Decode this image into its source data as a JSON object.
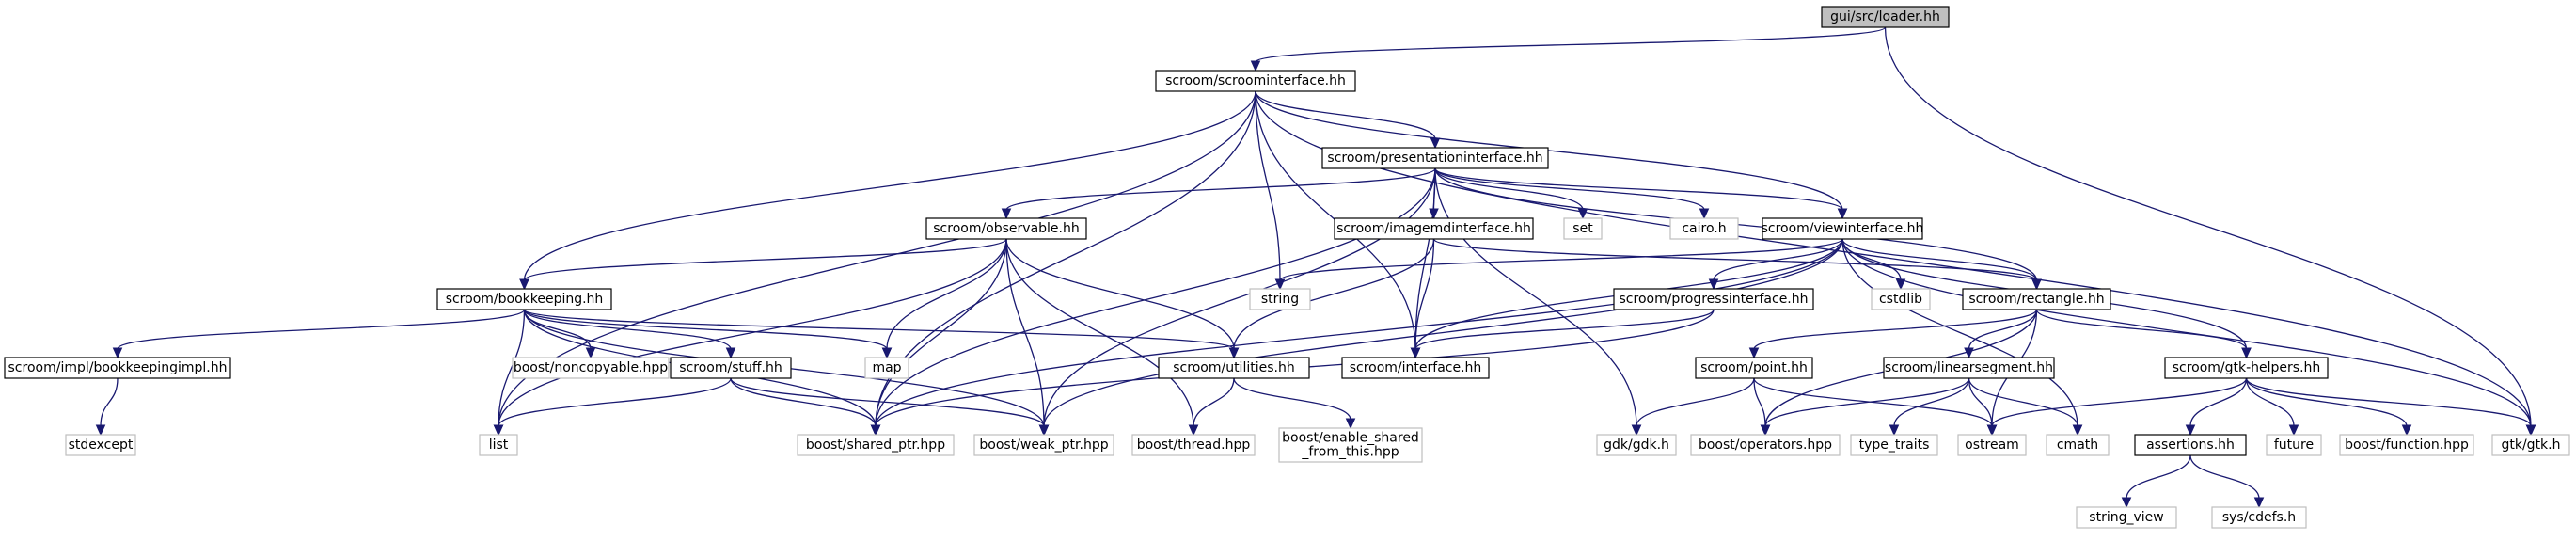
{
  "diagram": {
    "type": "include-dependency-graph",
    "colors": {
      "edge": "#191970",
      "internal_border": "#000000",
      "external_border": "#bfbfbf",
      "root_fill": "#bfbfbf",
      "background": "#ffffff"
    },
    "nodes": [
      {
        "id": "loader",
        "label": [
          "gui/src/loader.hh"
        ],
        "kind": "root"
      },
      {
        "id": "scroominterface",
        "label": [
          "scroom/scroominterface.hh"
        ],
        "kind": "internal"
      },
      {
        "id": "presentationinterface",
        "label": [
          "scroom/presentationinterface.hh"
        ],
        "kind": "internal"
      },
      {
        "id": "observable",
        "label": [
          "scroom/observable.hh"
        ],
        "kind": "internal"
      },
      {
        "id": "imagemdinterface",
        "label": [
          "scroom/imagemdinterface.hh"
        ],
        "kind": "internal"
      },
      {
        "id": "viewinterface",
        "label": [
          "scroom/viewinterface.hh"
        ],
        "kind": "internal"
      },
      {
        "id": "bookkeeping",
        "label": [
          "scroom/bookkeeping.hh"
        ],
        "kind": "internal"
      },
      {
        "id": "progressinterface",
        "label": [
          "scroom/progressinterface.hh"
        ],
        "kind": "internal"
      },
      {
        "id": "rectangle",
        "label": [
          "scroom/rectangle.hh"
        ],
        "kind": "internal"
      },
      {
        "id": "bookkeepingimpl",
        "label": [
          "scroom/impl/bookkeepingimpl.hh"
        ],
        "kind": "internal"
      },
      {
        "id": "stuff",
        "label": [
          "scroom/stuff.hh"
        ],
        "kind": "internal"
      },
      {
        "id": "utilities",
        "label": [
          "scroom/utilities.hh"
        ],
        "kind": "internal"
      },
      {
        "id": "interface",
        "label": [
          "scroom/interface.hh"
        ],
        "kind": "internal"
      },
      {
        "id": "point",
        "label": [
          "scroom/point.hh"
        ],
        "kind": "internal"
      },
      {
        "id": "linearsegment",
        "label": [
          "scroom/linearsegment.hh"
        ],
        "kind": "internal"
      },
      {
        "id": "gtkhelpers",
        "label": [
          "scroom/gtk-helpers.hh"
        ],
        "kind": "internal"
      },
      {
        "id": "assertions",
        "label": [
          "assertions.hh"
        ],
        "kind": "internal"
      },
      {
        "id": "set",
        "label": [
          "set"
        ],
        "kind": "external"
      },
      {
        "id": "cairo",
        "label": [
          "cairo.h"
        ],
        "kind": "external"
      },
      {
        "id": "string",
        "label": [
          "string"
        ],
        "kind": "external"
      },
      {
        "id": "cstdlib",
        "label": [
          "cstdlib"
        ],
        "kind": "external"
      },
      {
        "id": "noncopyable",
        "label": [
          "boost/noncopyable.hpp"
        ],
        "kind": "external"
      },
      {
        "id": "map",
        "label": [
          "map"
        ],
        "kind": "external"
      },
      {
        "id": "stdexcept",
        "label": [
          "stdexcept"
        ],
        "kind": "external"
      },
      {
        "id": "list",
        "label": [
          "list"
        ],
        "kind": "external"
      },
      {
        "id": "sharedptr",
        "label": [
          "boost/shared_ptr.hpp"
        ],
        "kind": "external"
      },
      {
        "id": "weakptr",
        "label": [
          "boost/weak_ptr.hpp"
        ],
        "kind": "external"
      },
      {
        "id": "thread",
        "label": [
          "boost/thread.hpp"
        ],
        "kind": "external"
      },
      {
        "id": "enableshared",
        "label": [
          "boost/enable_shared",
          "_from_this.hpp"
        ],
        "kind": "external"
      },
      {
        "id": "gdk",
        "label": [
          "gdk/gdk.h"
        ],
        "kind": "external"
      },
      {
        "id": "operators",
        "label": [
          "boost/operators.hpp"
        ],
        "kind": "external"
      },
      {
        "id": "typetraits",
        "label": [
          "type_traits"
        ],
        "kind": "external"
      },
      {
        "id": "ostream",
        "label": [
          "ostream"
        ],
        "kind": "external"
      },
      {
        "id": "cmath",
        "label": [
          "cmath"
        ],
        "kind": "external"
      },
      {
        "id": "future",
        "label": [
          "future"
        ],
        "kind": "external"
      },
      {
        "id": "function",
        "label": [
          "boost/function.hpp"
        ],
        "kind": "external"
      },
      {
        "id": "gtk",
        "label": [
          "gtk/gtk.h"
        ],
        "kind": "external"
      },
      {
        "id": "stringview",
        "label": [
          "string_view"
        ],
        "kind": "external"
      },
      {
        "id": "cdefs",
        "label": [
          "sys/cdefs.h"
        ],
        "kind": "external"
      }
    ],
    "edges": [
      [
        "loader",
        "scroominterface"
      ],
      [
        "loader",
        "gtk"
      ],
      [
        "scroominterface",
        "presentationinterface"
      ],
      [
        "scroominterface",
        "viewinterface"
      ],
      [
        "scroominterface",
        "bookkeeping"
      ],
      [
        "scroominterface",
        "string"
      ],
      [
        "scroominterface",
        "interface"
      ],
      [
        "scroominterface",
        "list"
      ],
      [
        "scroominterface",
        "sharedptr"
      ],
      [
        "scroominterface",
        "gtk"
      ],
      [
        "presentationinterface",
        "observable"
      ],
      [
        "presentationinterface",
        "imagemdinterface"
      ],
      [
        "presentationinterface",
        "viewinterface"
      ],
      [
        "presentationinterface",
        "set"
      ],
      [
        "presentationinterface",
        "cairo"
      ],
      [
        "presentationinterface",
        "rectangle"
      ],
      [
        "presentationinterface",
        "interface"
      ],
      [
        "presentationinterface",
        "sharedptr"
      ],
      [
        "presentationinterface",
        "weakptr"
      ],
      [
        "presentationinterface",
        "gdk"
      ],
      [
        "observable",
        "bookkeeping"
      ],
      [
        "observable",
        "utilities"
      ],
      [
        "observable",
        "map"
      ],
      [
        "observable",
        "list"
      ],
      [
        "observable",
        "sharedptr"
      ],
      [
        "observable",
        "weakptr"
      ],
      [
        "observable",
        "thread"
      ],
      [
        "imagemdinterface",
        "utilities"
      ],
      [
        "imagemdinterface",
        "interface"
      ],
      [
        "imagemdinterface",
        "rectangle"
      ],
      [
        "viewinterface",
        "progressinterface"
      ],
      [
        "viewinterface",
        "rectangle"
      ],
      [
        "viewinterface",
        "gtkhelpers"
      ],
      [
        "viewinterface",
        "cstdlib"
      ],
      [
        "viewinterface",
        "string"
      ],
      [
        "viewinterface",
        "interface"
      ],
      [
        "viewinterface",
        "sharedptr"
      ],
      [
        "viewinterface",
        "weakptr"
      ],
      [
        "viewinterface",
        "cmath"
      ],
      [
        "viewinterface",
        "gtk"
      ],
      [
        "bookkeeping",
        "bookkeepingimpl"
      ],
      [
        "bookkeeping",
        "noncopyable"
      ],
      [
        "bookkeeping",
        "stuff"
      ],
      [
        "bookkeeping",
        "utilities"
      ],
      [
        "bookkeeping",
        "map"
      ],
      [
        "bookkeeping",
        "list"
      ],
      [
        "bookkeeping",
        "sharedptr"
      ],
      [
        "bookkeeping",
        "weakptr"
      ],
      [
        "progressinterface",
        "interface"
      ],
      [
        "progressinterface",
        "sharedptr"
      ],
      [
        "rectangle",
        "point"
      ],
      [
        "rectangle",
        "linearsegment"
      ],
      [
        "rectangle",
        "gtkhelpers"
      ],
      [
        "rectangle",
        "operators"
      ],
      [
        "rectangle",
        "ostream"
      ],
      [
        "bookkeepingimpl",
        "stdexcept"
      ],
      [
        "stuff",
        "list"
      ],
      [
        "stuff",
        "sharedptr"
      ],
      [
        "stuff",
        "weakptr"
      ],
      [
        "utilities",
        "thread"
      ],
      [
        "utilities",
        "enableshared"
      ],
      [
        "point",
        "gdk"
      ],
      [
        "point",
        "operators"
      ],
      [
        "point",
        "ostream"
      ],
      [
        "linearsegment",
        "operators"
      ],
      [
        "linearsegment",
        "typetraits"
      ],
      [
        "linearsegment",
        "ostream"
      ],
      [
        "linearsegment",
        "cmath"
      ],
      [
        "gtkhelpers",
        "assertions"
      ],
      [
        "gtkhelpers",
        "ostream"
      ],
      [
        "gtkhelpers",
        "future"
      ],
      [
        "gtkhelpers",
        "function"
      ],
      [
        "gtkhelpers",
        "gtk"
      ],
      [
        "assertions",
        "stringview"
      ],
      [
        "assertions",
        "cdefs"
      ]
    ]
  }
}
